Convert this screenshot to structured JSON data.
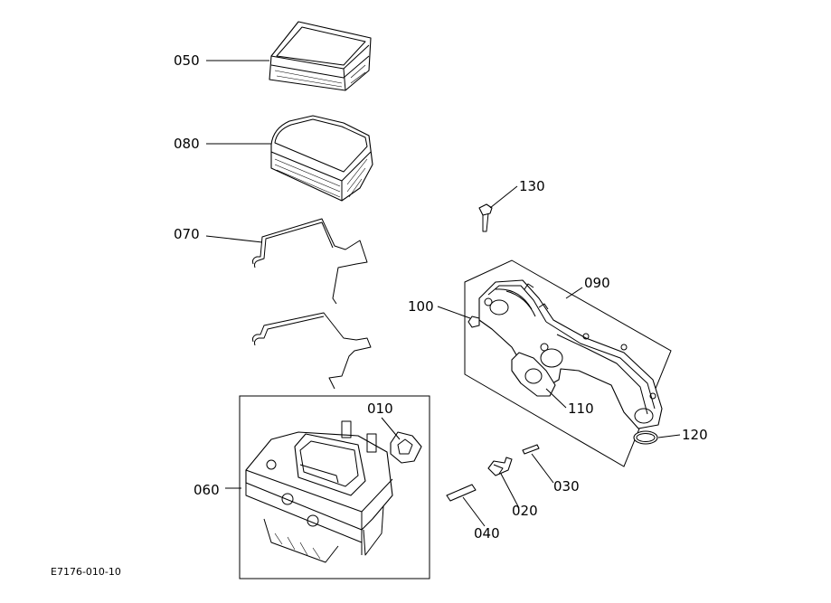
{
  "diagram": {
    "doc_code": "E7176-010-10",
    "parts": [
      {
        "id": "p050",
        "ref": "050"
      },
      {
        "id": "p080",
        "ref": "080"
      },
      {
        "id": "p070",
        "ref": "070"
      },
      {
        "id": "p010",
        "ref": "010"
      },
      {
        "id": "p060",
        "ref": "060"
      },
      {
        "id": "p130",
        "ref": "130"
      },
      {
        "id": "p090",
        "ref": "090"
      },
      {
        "id": "p100",
        "ref": "100"
      },
      {
        "id": "p110",
        "ref": "110"
      },
      {
        "id": "p120",
        "ref": "120"
      },
      {
        "id": "p030",
        "ref": "030"
      },
      {
        "id": "p020",
        "ref": "020"
      },
      {
        "id": "p040",
        "ref": "040"
      }
    ]
  }
}
